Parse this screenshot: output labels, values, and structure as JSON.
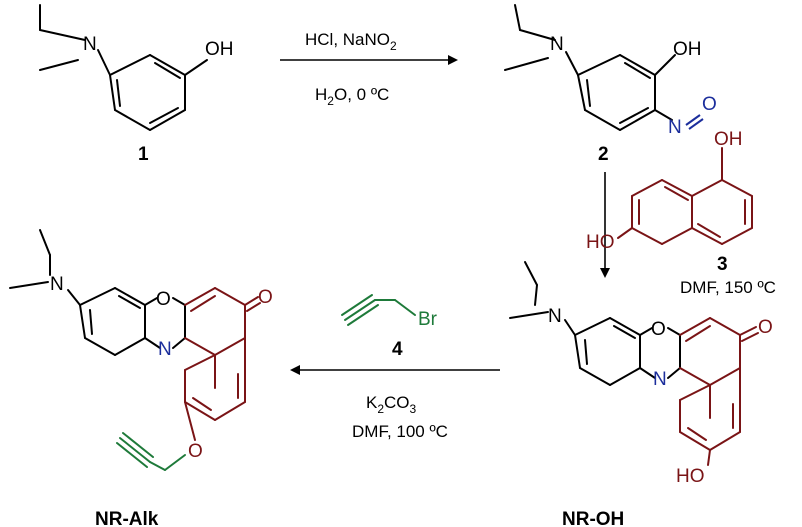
{
  "compounds": {
    "c1": {
      "number": "1"
    },
    "c2": {
      "number": "2"
    },
    "c3": {
      "number": "3"
    },
    "c4": {
      "number": "4"
    },
    "nr_oh": {
      "name": "NR-OH"
    },
    "nr_alk": {
      "name": "NR-Alk"
    }
  },
  "atoms": {
    "n": "N",
    "oh": "OH",
    "ho": "HO",
    "o": "O",
    "br": "Br",
    "nitroso_n": "N",
    "nitroso_o": "O"
  },
  "conditions": {
    "step1": {
      "line1": "HCl, NaNO",
      "line1_sub": "2",
      "line2_a": "H",
      "line2_sub": "2",
      "line2_b": "O, 0 ºC"
    },
    "step2": {
      "line1": "DMF, 150 ºC"
    },
    "step3": {
      "line1_a": "K",
      "line1_sub1": "2",
      "line1_b": "CO",
      "line1_sub2": "3",
      "line2": "DMF, 100 ºC"
    }
  },
  "colors": {
    "default": "#000000",
    "red": "#7a1416",
    "blue": "#1c2e9c",
    "green": "#1e7a3a"
  }
}
